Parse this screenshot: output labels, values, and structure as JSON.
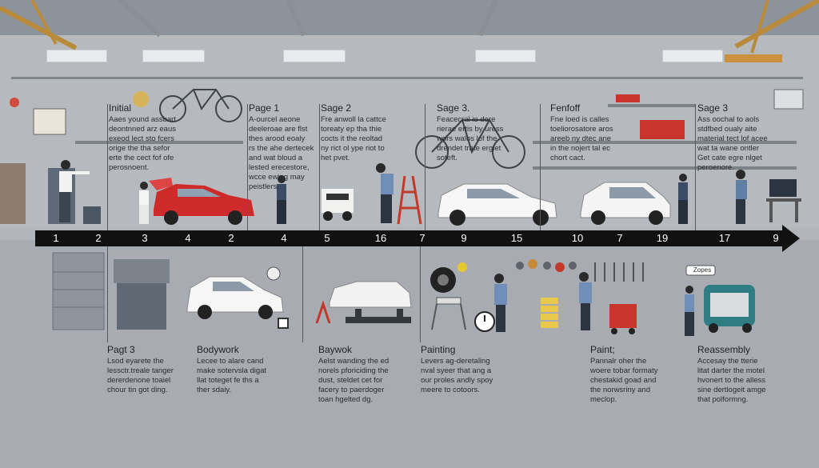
{
  "colors": {
    "timeline": "#111111",
    "accent_red": "#d52a2a",
    "background": "#b0b4ba"
  },
  "annotations_top": [
    {
      "title": "Initial",
      "body": "Aaes yound assbart\ndeontnned arz eaus\nexeod lect sto fcers\norige the tha sefor\nerte the cect fof ofe\nperosnoent."
    },
    {
      "title": "Page 1",
      "body": "A-ourcel aeone\ndeeleroae are flst\nthes arood eoaly\nrs the ahe dertecek\nand wat bloud a\nlested erecestore,\nwcce ewing may\npeistlers."
    },
    {
      "title": "Sage 2",
      "body": "Fre anwoll la cattce\ntoreaty ep tha thie\ncocts it the reoltad\nny rict ol ype riot to\nhet pvet."
    },
    {
      "title": "Sage 3.",
      "body": "Feacecral io dore\nrierae ertis by uress\nwors walos lof the\ndrendet trate ergiet\nsoteft."
    },
    {
      "title": "Fenfoff",
      "body": "Fne loed is calles\ntoeliorosatore aros\nareeb ny dtec ane\nin the nojert tal ec\nchort cact."
    },
    {
      "title": "Sage 3",
      "body": "Ass oochal to aols\nstdfbed oualy aite\nmaterial tect lof acee\nwat ta wane ontler\nGet cate egre nlget\nperoenore."
    }
  ],
  "annotations_bottom": [
    {
      "title": "Pagt 3",
      "body": "Lsod eyarete the\nlessctr.treale tanger\ndererdenone toaiel\nchour tin got ding."
    },
    {
      "title": "Bodywork",
      "body": "Lecee to alare cand\nmake sotervsla digat\nllat toteget fe ths a\nther sdaiy."
    },
    {
      "title": "Baywok",
      "body": "Aelst wanding the ed\nnorels pforiciding the\ndust, steldet cet for\nfacery to paerdoger\ntoan hgelted dg."
    },
    {
      "title": "Painting",
      "body": "Levers ag-deretaling\nnval syeer that ang a\nour proles andly spoy\nmeere to cotoors."
    },
    {
      "title": "Paint;",
      "body": "Pannalr oher the\nwoere tobar formaty\nchestakid goad and\nthe norwsriny and\nmeclop."
    },
    {
      "title": "Reassembly",
      "body": "Accesay the tterie\nlitat darter the motel\nhvonert to the alless\nsine dertlogeit amge\nthat polformng."
    }
  ],
  "timeline_numbers": [
    "1",
    "2",
    "3",
    "4",
    "2",
    "4",
    "5",
    "16",
    "7",
    "9",
    "15",
    "10",
    "7",
    "19",
    "17",
    "9"
  ],
  "bubble_label": "Zopes"
}
